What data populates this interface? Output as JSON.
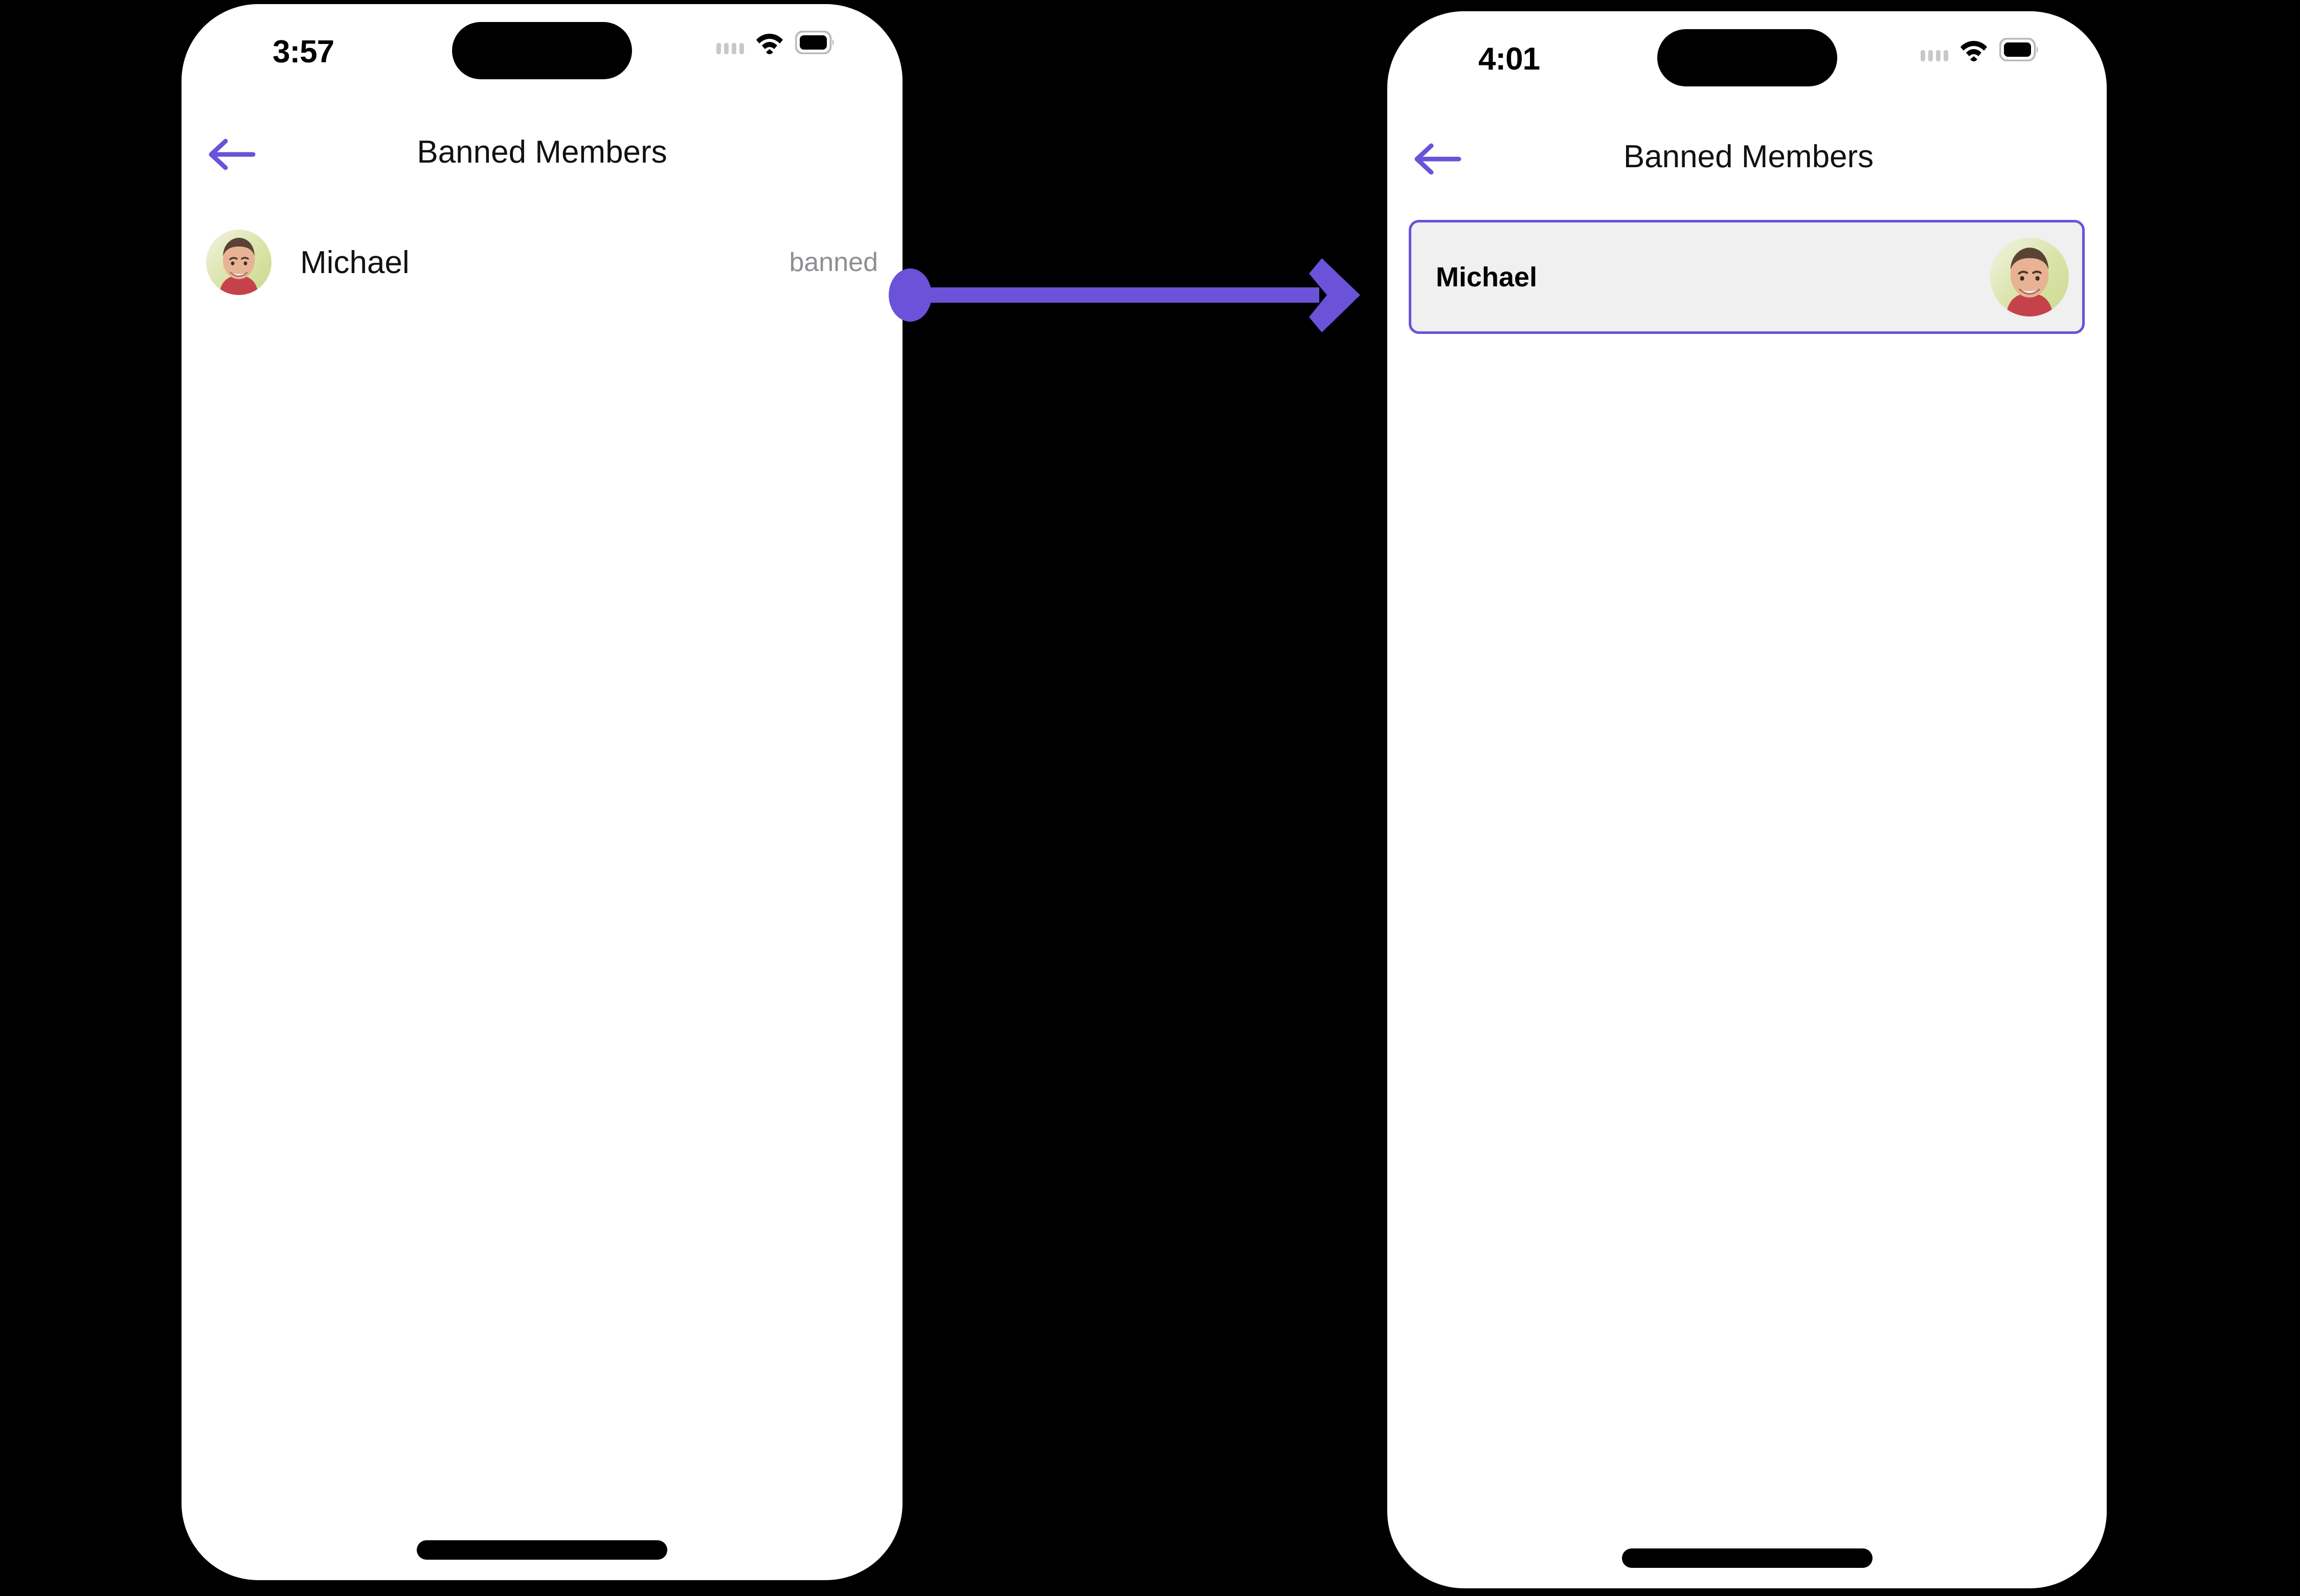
{
  "accent_color": "#6A52D9",
  "background_color": "#000000",
  "screens": [
    {
      "id": "before",
      "status_bar": {
        "time": "3:57",
        "cellular_icon": "cellular-bars-icon",
        "wifi_icon": "wifi-icon",
        "battery_icon": "battery-full-icon"
      },
      "nav": {
        "back_icon": "arrow-left-icon",
        "title": "Banned Members"
      },
      "list": [
        {
          "avatar": "user-avatar-michael",
          "name": "Michael",
          "status": "banned"
        }
      ],
      "home_indicator": "home-indicator"
    },
    {
      "id": "after",
      "status_bar": {
        "time": "4:01",
        "cellular_icon": "cellular-bars-icon",
        "wifi_icon": "wifi-icon",
        "battery_icon": "battery-full-icon"
      },
      "nav": {
        "back_icon": "arrow-left-icon",
        "title": "Banned Members"
      },
      "card": {
        "name": "Michael",
        "avatar": "user-avatar-michael",
        "border_color": "#6A52D9",
        "background_color": "#F0F0F0"
      },
      "home_indicator": "home-indicator"
    }
  ],
  "annotation": {
    "type": "action-arrow",
    "color": "#6A52D9",
    "start_marker": "tap-dot",
    "end_marker": "arrow-head"
  }
}
